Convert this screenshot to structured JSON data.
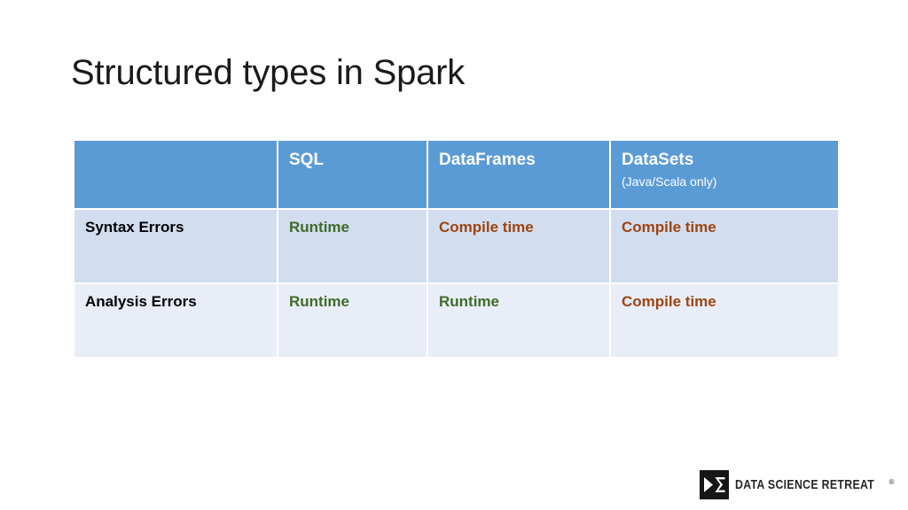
{
  "slide": {
    "title": "Structured types in Spark"
  },
  "table": {
    "columns": [
      {
        "label": "",
        "sub": ""
      },
      {
        "label": "SQL",
        "sub": ""
      },
      {
        "label": "DataFrames",
        "sub": ""
      },
      {
        "label": "DataSets",
        "sub": "(Java/Scala only)"
      }
    ],
    "rows": [
      {
        "label": "Syntax Errors",
        "cells": [
          {
            "text": "Runtime",
            "kind": "runtime"
          },
          {
            "text": "Compile time",
            "kind": "compile"
          },
          {
            "text": "Compile time",
            "kind": "compile"
          }
        ]
      },
      {
        "label": "Analysis Errors",
        "cells": [
          {
            "text": "Runtime",
            "kind": "runtime"
          },
          {
            "text": "Runtime",
            "kind": "runtime"
          },
          {
            "text": "Compile time",
            "kind": "compile"
          }
        ]
      }
    ]
  },
  "logo": {
    "mark_icon": "sigma-play-mark-icon",
    "words": "DATA SCIENCE RETREAT",
    "registered": "®"
  },
  "colors": {
    "header_blue": "#5B9BD5",
    "row_a": "#D2DDEF",
    "row_b": "#E9EDF7",
    "runtime_green": "#3F6B28",
    "compile_brown": "#9E4511",
    "title_text": "#1A1A1A",
    "background": "#FFFFFF"
  }
}
